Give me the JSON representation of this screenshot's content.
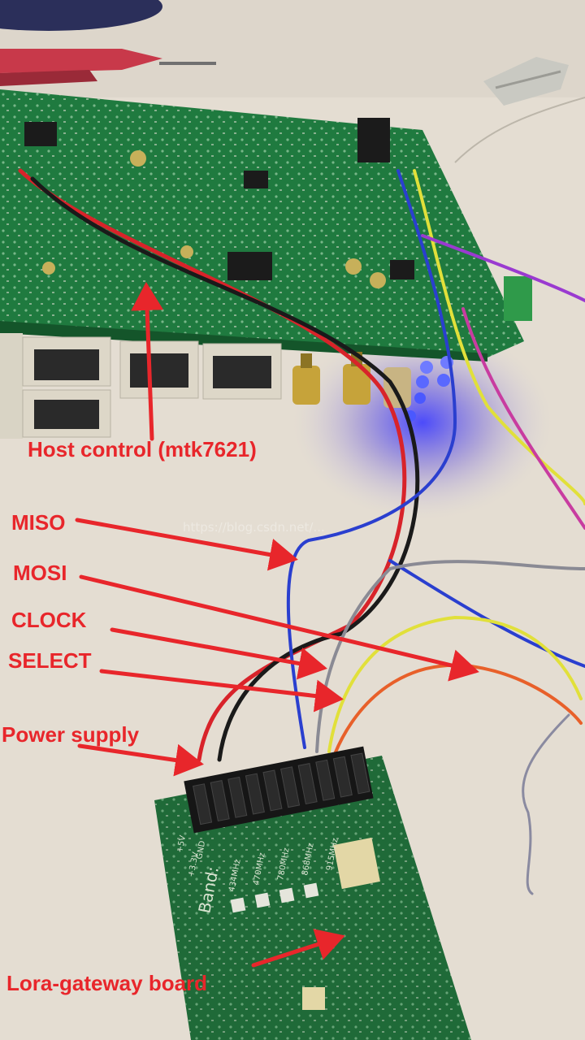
{
  "labels": {
    "host": "Host control (mtk7621)",
    "miso": "MISO",
    "mosi": "MOSI",
    "clock": "CLOCK",
    "select": "SELECT",
    "power": "Power supply",
    "lora": "Lora-gateway board"
  },
  "board_silkscreen": {
    "band": "Band:",
    "freq_434": "434MHz",
    "freq_470": "470MHz",
    "freq_780": "780MHz",
    "freq_868": "868MHz",
    "freq_915": "915MHz",
    "v5": "+5V",
    "v33": "+3.3V",
    "gnd": "GND"
  },
  "watermark": "https://blog.csdn.net/...",
  "colors": {
    "annotation": "#e8262b",
    "pcb": "#1f7a3f",
    "led": "#2a40ff",
    "wire_red": "#d8232a",
    "wire_black": "#1a1a1a",
    "wire_blue": "#2a3fcf",
    "wire_yellow": "#e1e03a",
    "wire_orange": "#e8602a",
    "wire_gray": "#8a8a94"
  }
}
